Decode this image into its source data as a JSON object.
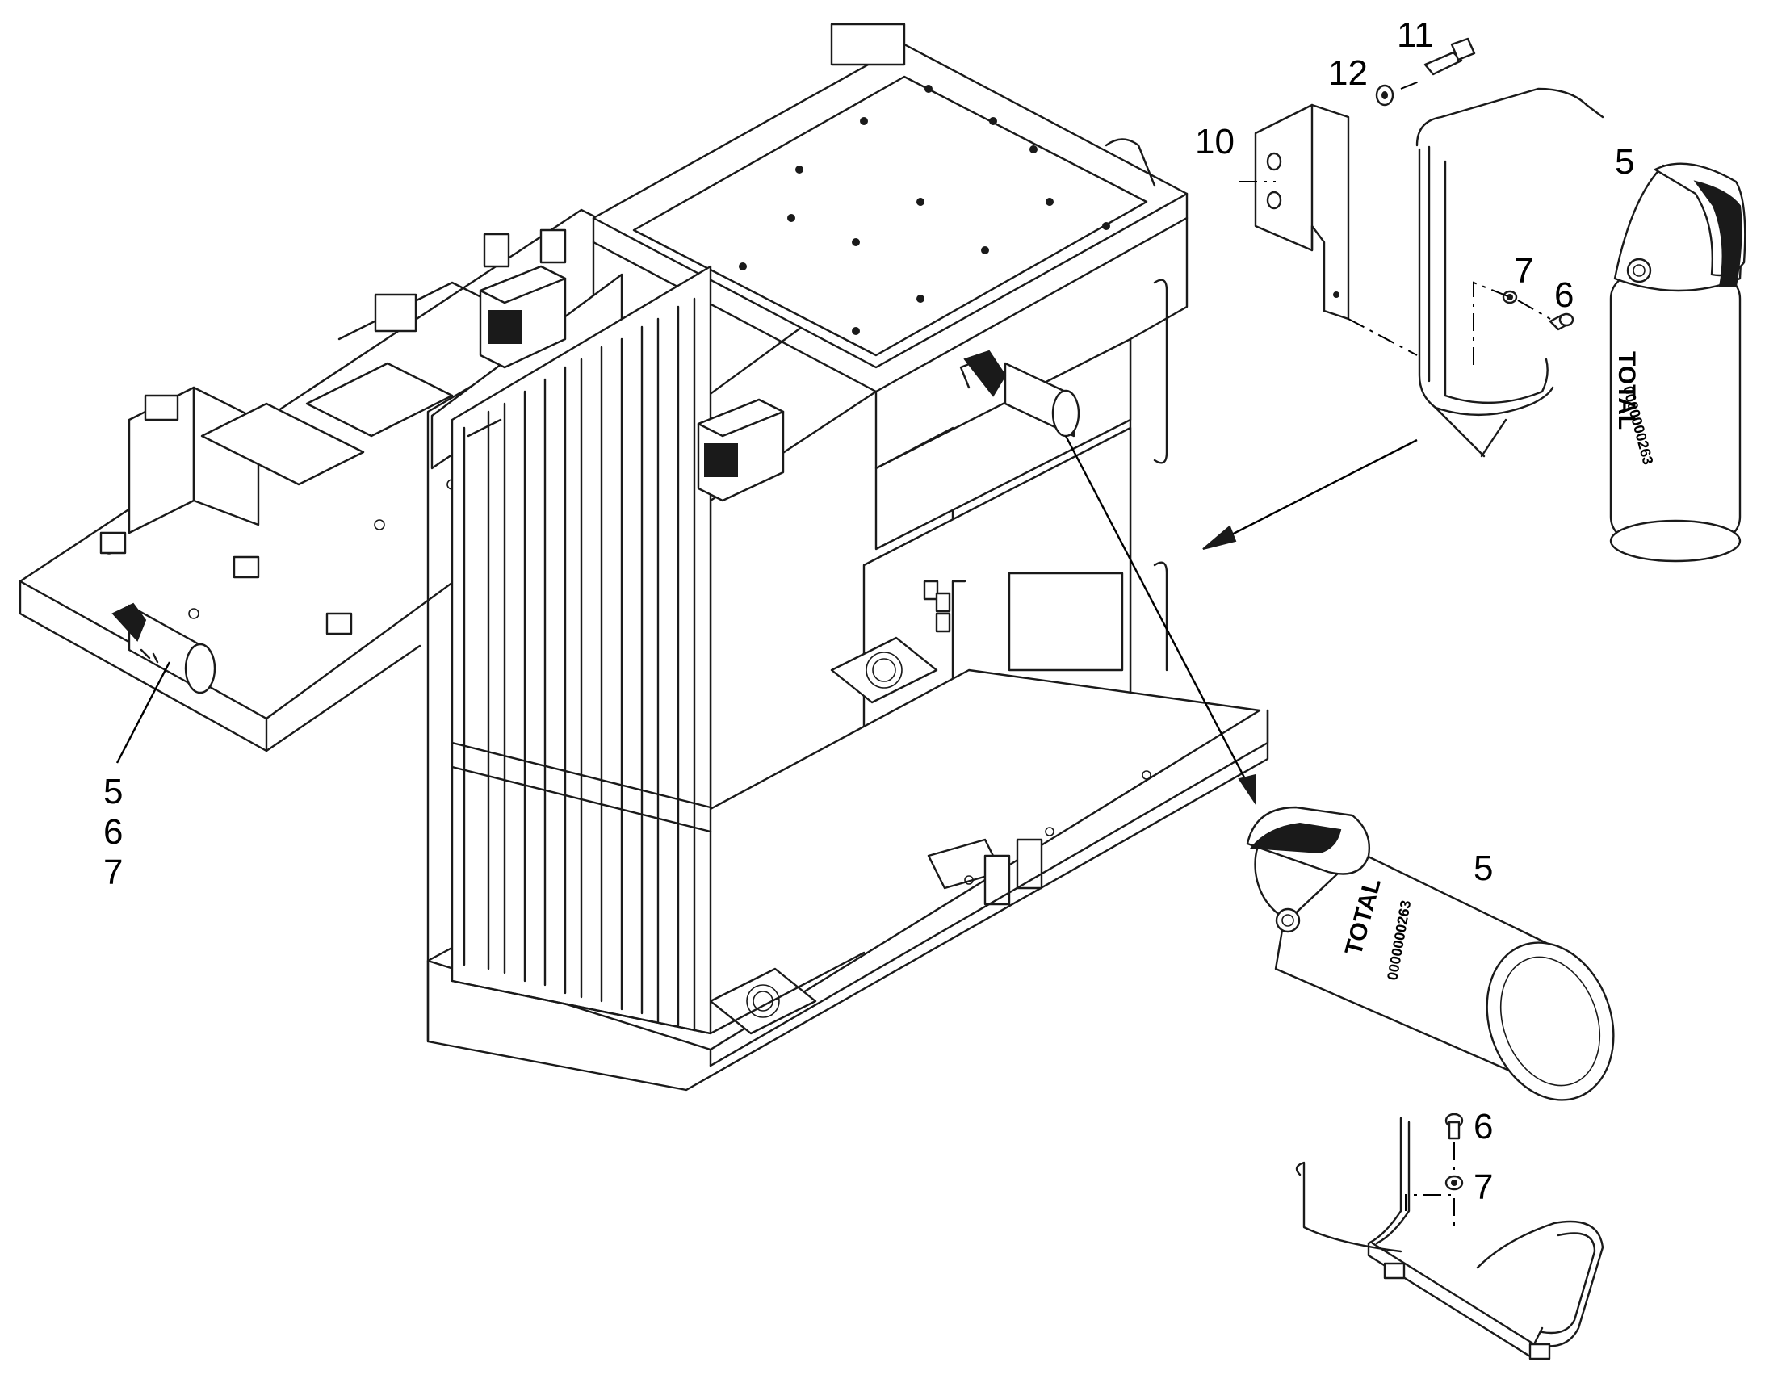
{
  "callouts": {
    "part_5_top": "5",
    "part_5_mid": "5",
    "part_5_left": "5",
    "part_6_left": "6",
    "part_7_left": "7",
    "part_6_top": "6",
    "part_7_top": "7",
    "part_6_bottom": "6",
    "part_7_bottom": "7",
    "part_10": "10",
    "part_11": "11",
    "part_12": "12"
  },
  "extinguisher": {
    "brand_top": "TOTAL",
    "serial_top": "0000000263",
    "brand_mid": "TOTAL",
    "serial_mid": "0000000263"
  }
}
